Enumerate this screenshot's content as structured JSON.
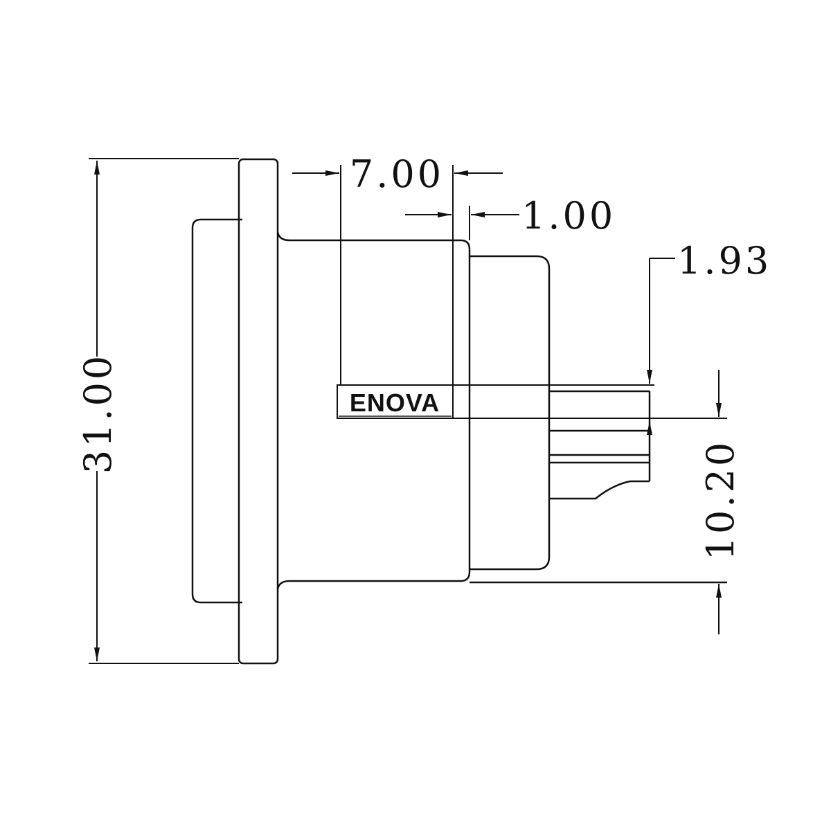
{
  "drawing": {
    "logo_text": "ENOVA",
    "line_color": "#111111",
    "background": "#ffffff",
    "dimensions": {
      "overall_height": "31.00",
      "body_length": "7.00",
      "step_gap": "1.00",
      "pin_thickness": "1.93",
      "pin_height": "10.20"
    }
  }
}
